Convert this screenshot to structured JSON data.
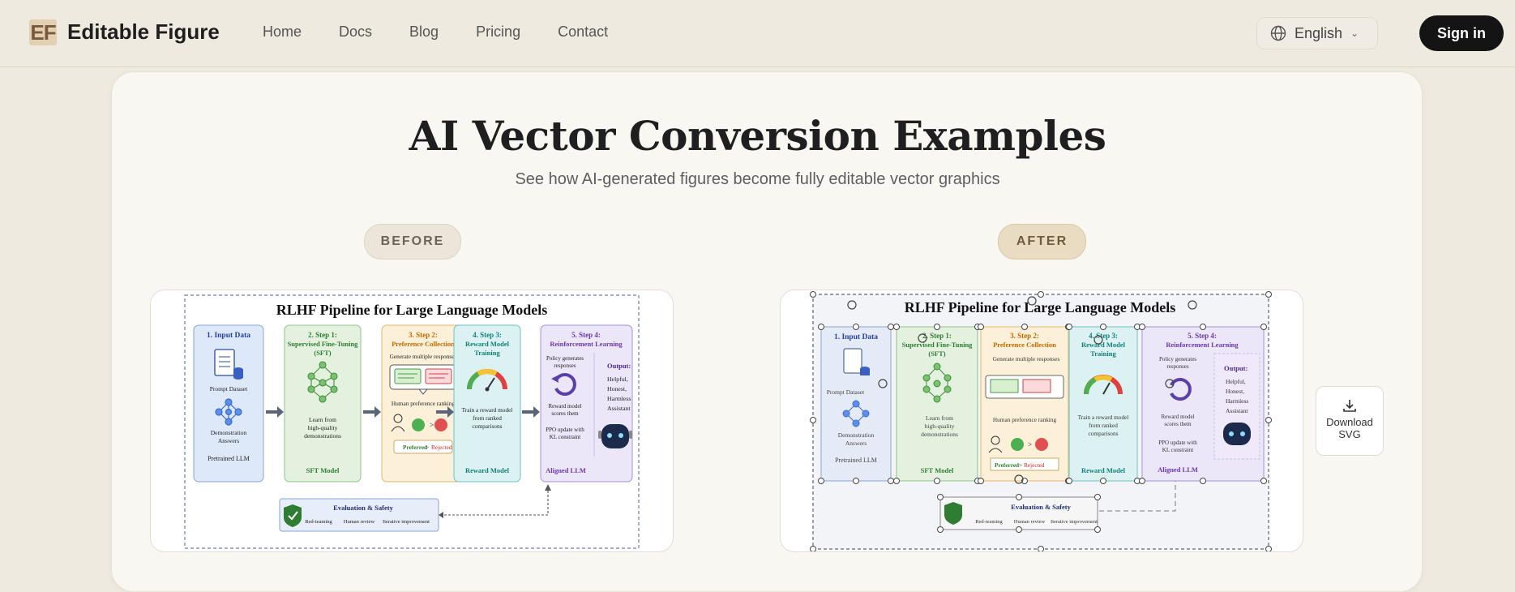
{
  "header": {
    "logo_mark": "EF",
    "brand": "Editable Figure",
    "nav": [
      "Home",
      "Docs",
      "Blog",
      "Pricing",
      "Contact"
    ],
    "language": "English",
    "signin": "Sign in"
  },
  "hero": {
    "title": "AI Vector Conversion Examples",
    "subtitle": "See how AI-generated figures become fully editable vector graphics"
  },
  "labels": {
    "before": "BEFORE",
    "after": "AFTER"
  },
  "download": {
    "line1": "Download",
    "line2": "SVG"
  },
  "figure": {
    "title": "RLHF Pipeline for Large Language Models",
    "input": {
      "heading": "1. Input Data",
      "prompt": "Prompt Dataset",
      "demo1": "Demonstration",
      "demo2": "Answers",
      "pretrained": "Pretrained LLM"
    },
    "sft": {
      "step": "2. Step 1:",
      "title": "Supervised Fine-Tuning",
      "abbr": "(SFT)",
      "desc1": "Learn from",
      "desc2": "high-quality",
      "desc3": "demonstrations",
      "footer": "SFT Model"
    },
    "pref": {
      "step": "3. Step 2:",
      "title": "Preference Collection",
      "gen": "Generate multiple responses",
      "rank": "Human preference ranking",
      "gt": ">",
      "preferred": "Preferred",
      "gt2": ">",
      "rejected": "Rejected"
    },
    "rm": {
      "step": "4. Step 3:",
      "title1": "Reward Model",
      "title2": "Training",
      "desc1": "Train a reward model",
      "desc2": "from ranked",
      "desc3": "comparisons",
      "footer": "Reward Model"
    },
    "rl": {
      "step": "5. Step 4:",
      "title": "Reinforcement Learning",
      "policy1": "Policy generates",
      "policy2": "responses",
      "score1": "Reward model",
      "score2": "scores them",
      "ppo1": "PPO update with",
      "ppo2": "KL constraint",
      "footer": "Aligned LLM",
      "output_head": "Output:",
      "out1": "Helpful,",
      "out2": "Honest,",
      "out3": "Harmless",
      "out4": "Assistant"
    },
    "eval": {
      "title": "Evaluation & Safety",
      "items": [
        "Red-teaming",
        "Human review",
        "Iterative improvement"
      ]
    }
  },
  "colors": {
    "input": "#dbe6f7",
    "sft": "#e1f0dc",
    "pref": "#fbefd6",
    "rm": "#dbf1f1",
    "rl": "#ebe5f8",
    "input_text": "#2540a0",
    "sft_text": "#2e7d32",
    "pref_text": "#c06a00",
    "rm_text": "#11807a",
    "rl_text": "#6a38b0"
  }
}
